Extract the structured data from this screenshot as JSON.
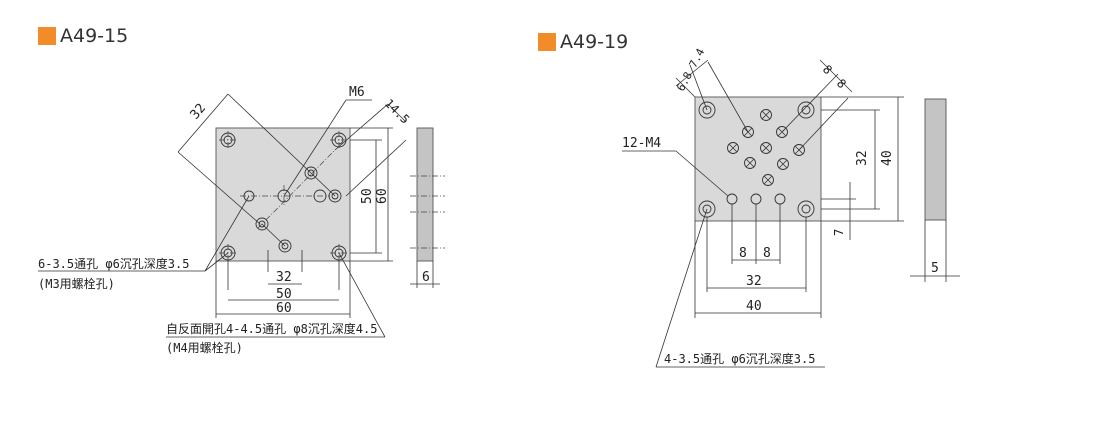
{
  "colors": {
    "accent": "#f28c28",
    "plate": "#d9d9d9",
    "side": "#c4c4c4"
  },
  "left": {
    "title": "A49-15",
    "dims": {
      "d32diag": "32",
      "m6": "M6",
      "d14_5": "14.5",
      "d50": "50",
      "d60": "60",
      "d6": "6",
      "b32": "32",
      "b50": "50",
      "b60": "60"
    },
    "notes": {
      "note1": "6-3.5通孔 φ6沉孔深度3.5",
      "note1b": "(M3用螺栓孔)",
      "note2": "自反面開孔4-4.5通孔 φ8沉孔深度4.5",
      "note2b": "(M4用螺栓孔)"
    }
  },
  "right": {
    "title": "A49-19",
    "dims": {
      "top_left": "6.8 7.4",
      "top_right1": "8",
      "top_right2": "8",
      "m4": "12-M4",
      "d32": "32",
      "d40": "40",
      "d7": "7",
      "d5": "5",
      "b8a": "8",
      "b8b": "8",
      "b32": "32",
      "b40": "40"
    },
    "notes": {
      "note": "4-3.5通孔 φ6沉孔深度3.5"
    }
  }
}
